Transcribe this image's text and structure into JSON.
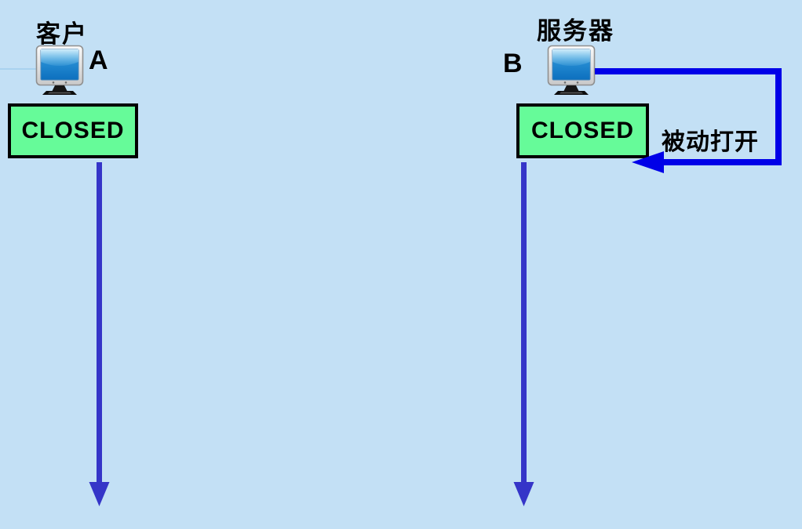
{
  "diagram": {
    "background_color": "#c3e0f5",
    "client": {
      "title": "客户",
      "host_label": "A",
      "state": "CLOSED",
      "icon": "computer-icon"
    },
    "server": {
      "title": "服务器",
      "host_label": "B",
      "state": "CLOSED",
      "icon": "computer-icon",
      "annotation": "被动打开"
    },
    "colors": {
      "state_box_fill": "#66fb99",
      "state_box_border": "#000000",
      "timeline_arrow": "#3535c8",
      "passive_open_arrow": "#0000e8",
      "bg": "#c3e0f5"
    }
  }
}
